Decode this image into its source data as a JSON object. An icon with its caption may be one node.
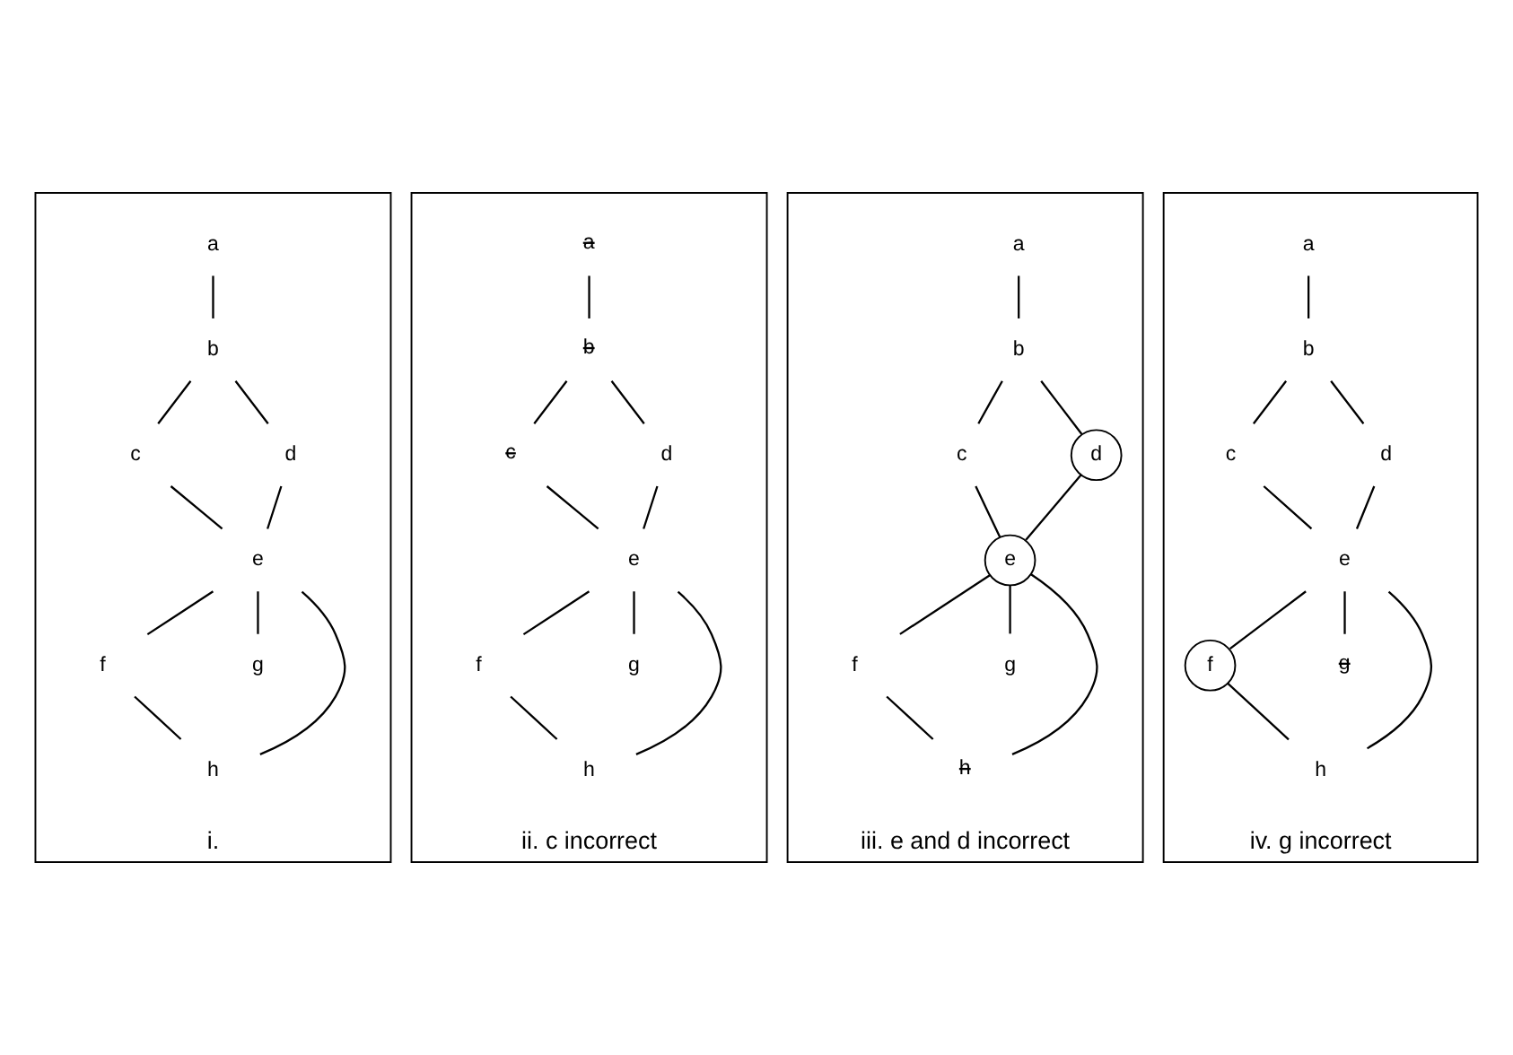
{
  "diagram": {
    "nodes": [
      {
        "text": [
          "i."
        ]
      },
      {
        "text": [
          "a"
        ],
        "in": 0
      },
      {
        "text": [
          "b"
        ],
        "in": 0
      },
      {
        "text": [
          "c"
        ],
        "in": 0
      },
      {
        "text": [
          "d"
        ],
        "in": 0
      },
      {
        "text": [
          "e"
        ],
        "in": 0
      },
      {
        "text": [
          "f"
        ],
        "in": 0
      },
      {
        "text": [
          "g"
        ],
        "in": 0
      },
      {
        "text": [
          "h"
        ],
        "in": 0
      },
      {
        "text": [
          "ii. c incorrect"
        ]
      },
      {
        "text": [
          "a"
        ],
        "in": 9
      },
      {
        "text": [
          "b"
        ],
        "in": 9
      },
      {
        "text": [
          "c"
        ],
        "in": 9
      },
      {
        "text": [
          "d"
        ],
        "in": 9
      },
      {
        "text": [
          "e"
        ],
        "in": 9
      },
      {
        "text": [
          "f"
        ],
        "in": 9
      },
      {
        "text": [
          "g"
        ],
        "in": 9
      },
      {
        "text": [
          "h"
        ],
        "in": 9
      },
      {
        "text": [
          "iii. e and d incorrect"
        ]
      },
      {
        "text": [
          "a"
        ],
        "in": 18
      },
      {
        "text": [
          "b"
        ],
        "in": 18
      },
      {
        "text": [
          "c"
        ],
        "in": 18
      },
      {
        "text": [
          "d"
        ],
        "in": 18
      },
      {
        "text": [
          "e"
        ],
        "in": 18
      },
      {
        "text": [
          "f"
        ],
        "in": 18
      },
      {
        "text": [
          "g"
        ],
        "in": 18
      },
      {
        "text": [
          "h"
        ],
        "in": 18
      },
      {
        "text": [
          "iv. g incorrect"
        ]
      },
      {
        "text": [
          "a"
        ],
        "in": 27
      },
      {
        "text": [
          "b"
        ],
        "in": 27
      },
      {
        "text": [
          "c"
        ],
        "in": 27
      },
      {
        "text": [
          "d"
        ],
        "in": 27
      },
      {
        "text": [
          "e"
        ],
        "in": 27
      },
      {
        "text": [
          "f"
        ],
        "in": 27
      },
      {
        "text": [
          "g"
        ],
        "in": 27
      },
      {
        "text": [
          "h"
        ],
        "in": 27
      }
    ],
    "edges": [
      {
        "from": 1,
        "to": 2,
        "arrow": "none"
      },
      {
        "from": 2,
        "to": 3,
        "arrow": "none"
      },
      {
        "from": 2,
        "to": 4,
        "arrow": "none"
      },
      {
        "from": 3,
        "to": 5,
        "arrow": "none"
      },
      {
        "from": 4,
        "to": 5,
        "arrow": "none"
      },
      {
        "from": 5,
        "to": 7,
        "arrow": "none"
      },
      {
        "from": 5,
        "to": 8,
        "arrow": "none"
      },
      {
        "from": 5,
        "to": 6,
        "arrow": "none"
      },
      {
        "from": 6,
        "to": 8,
        "arrow": "none"
      },
      {
        "from": 10,
        "to": 11,
        "arrow": "none"
      },
      {
        "from": 11,
        "to": 12,
        "arrow": "none"
      },
      {
        "from": 11,
        "to": 13,
        "arrow": "none"
      },
      {
        "from": 12,
        "to": 14,
        "arrow": "none"
      },
      {
        "from": 13,
        "to": 14,
        "arrow": "none"
      },
      {
        "from": 14,
        "to": 16,
        "arrow": "none"
      },
      {
        "from": 14,
        "to": 17,
        "arrow": "none"
      },
      {
        "from": 14,
        "to": 15,
        "arrow": "none"
      },
      {
        "from": 15,
        "to": 17,
        "arrow": "none"
      },
      {
        "from": 19,
        "to": 20,
        "arrow": "none"
      },
      {
        "from": 20,
        "to": 21,
        "arrow": "none"
      },
      {
        "from": 20,
        "to": 22,
        "arrow": "none"
      },
      {
        "from": 21,
        "to": 23,
        "arrow": "none"
      },
      {
        "from": 22,
        "to": 23,
        "arrow": "none"
      },
      {
        "from": 23,
        "to": 25,
        "arrow": "none"
      },
      {
        "from": 23,
        "to": 26,
        "arrow": "none"
      },
      {
        "from": 23,
        "to": 24,
        "arrow": "none"
      },
      {
        "from": 24,
        "to": 26,
        "arrow": "none"
      },
      {
        "from": 28,
        "to": 29,
        "arrow": "none"
      },
      {
        "from": 29,
        "to": 30,
        "arrow": "none"
      },
      {
        "from": 29,
        "to": 31,
        "arrow": "none"
      },
      {
        "from": 30,
        "to": 32,
        "arrow": "none"
      },
      {
        "from": 31,
        "to": 32,
        "arrow": "none"
      },
      {
        "from": 32,
        "to": 34,
        "arrow": "none"
      },
      {
        "from": 32,
        "to": 35,
        "arrow": "none"
      },
      {
        "from": 32,
        "to": 33,
        "arrow": "none"
      },
      {
        "from": 33,
        "to": 35,
        "arrow": "none"
      }
    ]
  }
}
